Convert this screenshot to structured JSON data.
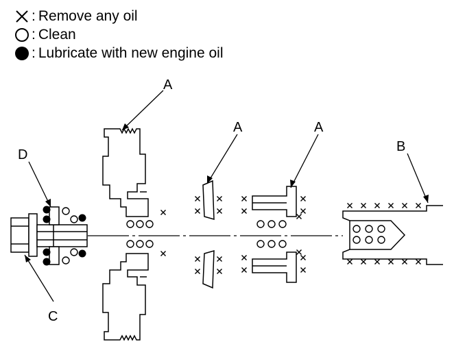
{
  "legend": {
    "remove_oil": "Remove any oil",
    "clean": "Clean",
    "lubricate": "Lubricate with new engine oil",
    "separator": ":"
  },
  "callouts": {
    "a": "A",
    "b": "B",
    "c": "C",
    "d": "D"
  },
  "symbol_names": {
    "remove_oil": "cross-icon",
    "clean": "open-circle-icon",
    "lubricate": "filled-circle-icon"
  }
}
